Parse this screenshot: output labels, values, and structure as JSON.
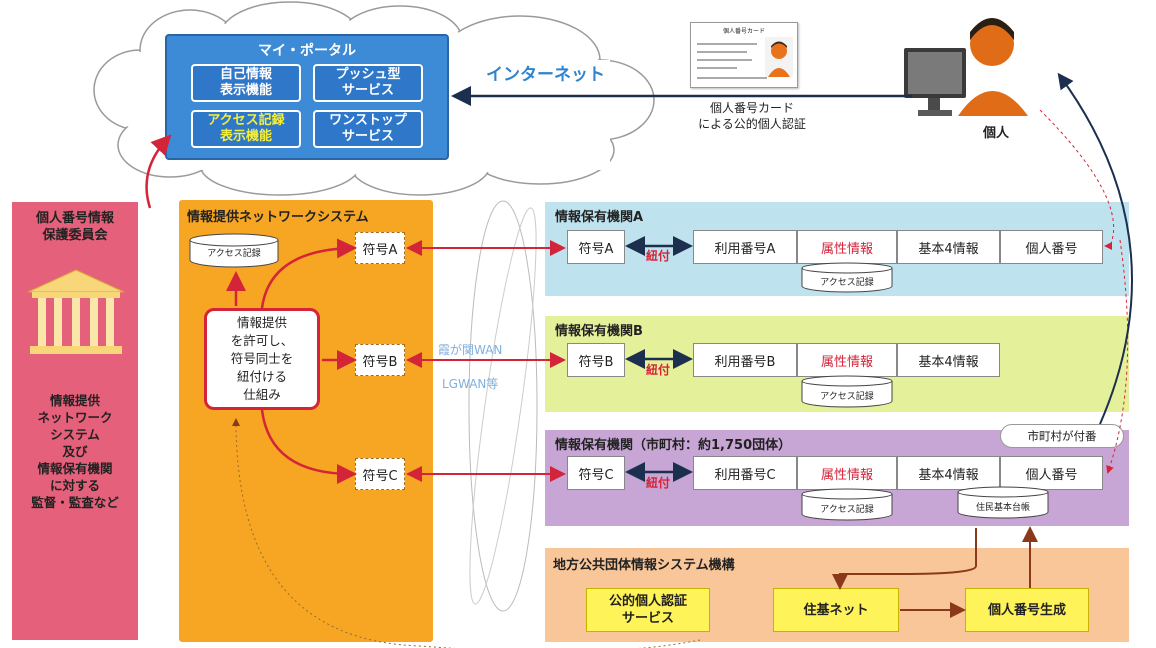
{
  "portal": {
    "title": "マイ・ポータル",
    "buttons": [
      "自己情報\n表示機能",
      "プッシュ型\nサービス",
      "アクセス記録\n表示機能",
      "ワンストップ\nサービス"
    ]
  },
  "internet_label": "インターネット",
  "card": {
    "title": "個人番号カード",
    "caption": "個人番号カード\nによる公的個人認証"
  },
  "person_label": "個人",
  "committee": {
    "title": "個人番号情報\n保護委員会",
    "body": "情報提供\nネットワーク\nシステム\n及び\n情報保有機関\nに対する\n監督・監査など"
  },
  "network": {
    "title": "情報提供ネットワークシステム",
    "access_log": "アクセス記録",
    "mechanism": "情報提供\nを許可し、\n符号同士を\n紐付ける\n仕組み",
    "codes": [
      "符号A",
      "符号B",
      "符号C"
    ]
  },
  "wan": {
    "line1": "霞が関WAN",
    "line2": "LGWAN等"
  },
  "institutions": [
    {
      "title": "情報保有機関A",
      "code": "符号A",
      "link": "紐付",
      "cells": [
        "利用番号A",
        "属性情報",
        "基本4情報",
        "個人番号"
      ],
      "log": "アクセス記録"
    },
    {
      "title": "情報保有機関B",
      "code": "符号B",
      "link": "紐付",
      "cells": [
        "利用番号B",
        "属性情報",
        "基本4情報"
      ],
      "log": "アクセス記録"
    },
    {
      "title": "情報保有機関（市町村：約1,750団体）",
      "code": "符号C",
      "link": "紐付",
      "cells": [
        "利用番号C",
        "属性情報",
        "基本4情報",
        "個人番号"
      ],
      "log": "アクセス記録",
      "ledger": "住民基本台帳",
      "note": "市町村が付番"
    }
  ],
  "local_gov": {
    "title": "地方公共団体情報システム機構",
    "auth_service": "公的個人認証\nサービス",
    "juki_net": "住基ネット",
    "number_gen": "個人番号生成"
  },
  "colors": {
    "portal": "#3d8ad6",
    "committee": "#e5607a",
    "network": "#f6a623",
    "inst_a": "#bfe3ee",
    "inst_b": "#e4f09a",
    "inst_c": "#c7a6d6",
    "local_gov": "#f9c69a",
    "arrow_red": "#d4243a",
    "arrow_navy": "#1d2f4f"
  }
}
